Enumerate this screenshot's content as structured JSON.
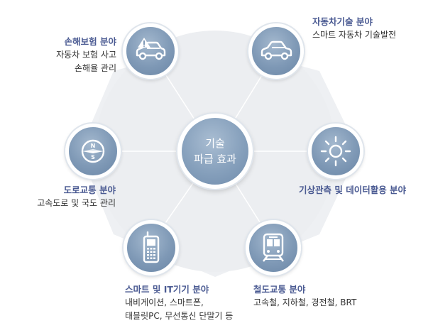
{
  "center": {
    "line1": "기술",
    "line2": "파급 효과"
  },
  "nodes": [
    {
      "id": "insurance",
      "icon": "car-warning-icon",
      "title": "손해보험 분야",
      "desc": [
        "자동차 보험 사고",
        "손해율 관리"
      ]
    },
    {
      "id": "auto-tech",
      "icon": "car-icon",
      "title": "자동차기술 분야",
      "desc": [
        "스마트 자동차 기술발전"
      ]
    },
    {
      "id": "weather",
      "icon": "sun-icon",
      "title": "기상관측 및 데이터활용 분야",
      "desc": []
    },
    {
      "id": "railway",
      "icon": "train-icon",
      "title": "철도교통 분야",
      "desc": [
        "고속철, 지하철, 경전철, BRT"
      ]
    },
    {
      "id": "smart-it",
      "icon": "mobile-phone-icon",
      "title": "스마트 및 IT기기 분야",
      "desc": [
        "내비게이션, 스마트폰,",
        "태블릿PC, 무선통신 단말기 등"
      ]
    },
    {
      "id": "road",
      "icon": "compass-icon",
      "title": "도로교통 분야",
      "desc": [
        "고속도로 및 국도 관리"
      ]
    }
  ],
  "colors": {
    "title": "#4a5a92",
    "text": "#333333",
    "circle": "#7f99b6",
    "background_hexagon": "#eef0f3"
  }
}
